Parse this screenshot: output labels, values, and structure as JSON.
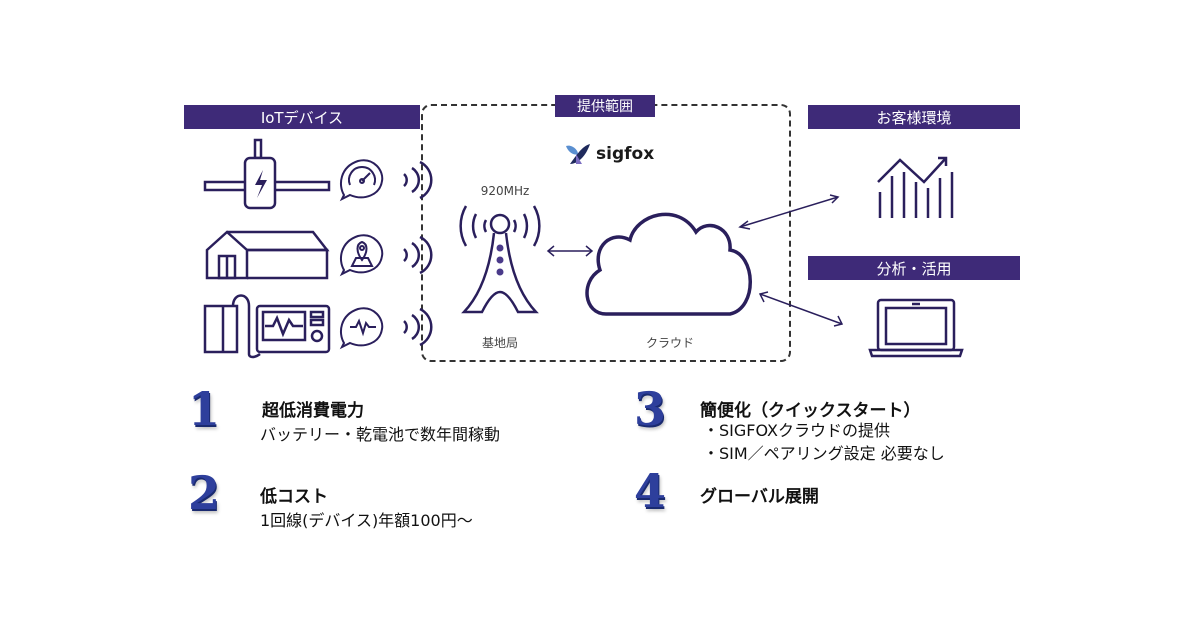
{
  "banners": {
    "iot_devices": "IoTデバイス",
    "scope": "提供範囲",
    "customer_env": "お客様環境",
    "analysis": "分析・活用"
  },
  "network": {
    "brand": "sigfox",
    "frequency": "920MHz",
    "base_station": "基地局",
    "cloud": "クラウド"
  },
  "features": [
    {
      "number": "1",
      "title": "超低消費電力",
      "lines": [
        "バッテリー・乾電池で数年間稼動"
      ]
    },
    {
      "number": "2",
      "title": "低コスト",
      "lines": [
        "1回線(デバイス)年額100円〜"
      ]
    },
    {
      "number": "3",
      "title": "簡便化（クイックスタート）",
      "lines": [
        "・SIGFOXクラウドの提供",
        "・SIM／ペアリング設定 必要なし"
      ]
    },
    {
      "number": "4",
      "title": "グローバル展開",
      "lines": []
    }
  ],
  "colors": {
    "accent": "#3e2a78",
    "number": "#2e3f9c"
  }
}
